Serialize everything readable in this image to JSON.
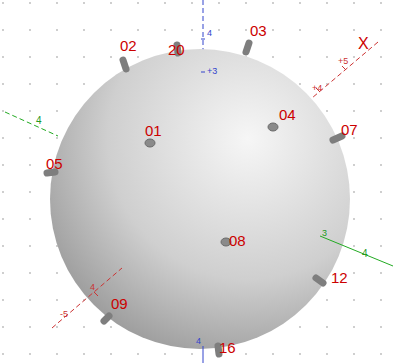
{
  "diagram": {
    "labels": [
      "02",
      "20",
      "03",
      "X",
      "4",
      "+5",
      "+3",
      "+4",
      "4",
      "01",
      "04",
      "07",
      "05",
      "08",
      "3",
      "4",
      "12",
      "-5",
      "4",
      "09",
      "4",
      "16"
    ]
  }
}
